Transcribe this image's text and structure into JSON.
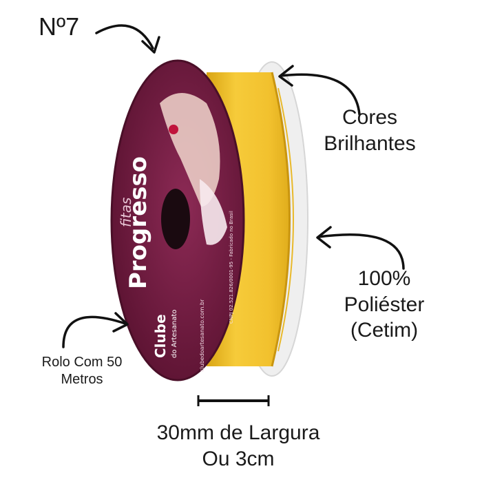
{
  "labels": {
    "number": "Nº7",
    "colors_line1": "Cores",
    "colors_line2": "Brilhantes",
    "material_line1": "100%",
    "material_line2": "Poliéster",
    "material_line3": "(Cetim)",
    "roll_line1": "Rolo Com 50",
    "roll_line2": "Metros",
    "width_line1": "30mm de Largura",
    "width_line2": "Ou 3cm"
  },
  "product": {
    "brand": "Progresso",
    "brand_script": "fitas",
    "club": "Clube",
    "club_sub": "do Artesanato",
    "website": "clubedoartesanato.com.br",
    "fine_print": "CNPJ 02.521.826/0001-95 - Fabricado no Brasil"
  },
  "colors": {
    "ribbon": "#f2c12e",
    "ribbon_shadow": "#d9a514",
    "label_disc": "#7a1f45",
    "arrow": "#111111"
  }
}
